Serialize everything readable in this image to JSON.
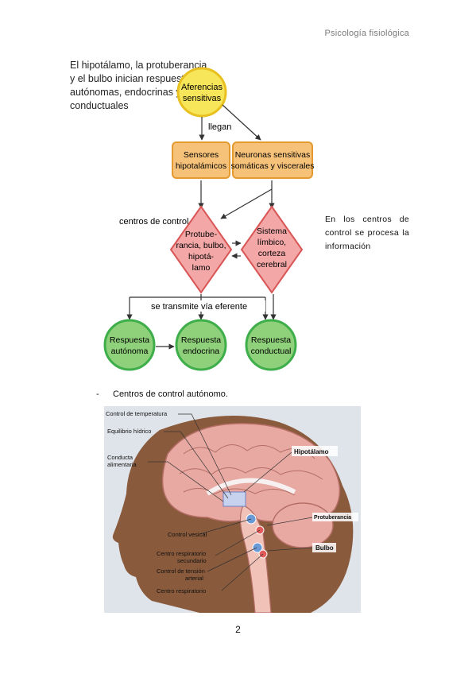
{
  "header": {
    "title": "Psicología fisiológica"
  },
  "diagram": {
    "heading": [
      "El hipotálamo, la protuberancia",
      "y el bulbo inician respuestas",
      "autónomas, endocrinas y",
      "conductuales"
    ],
    "afferent": [
      "Aferencias",
      "sensitivas"
    ],
    "arrives": "llegan",
    "sensor_hypo": [
      "Sensores",
      "hipotalámicos"
    ],
    "sensory_neurons": [
      "Neuronas sensitivas",
      "somáticas y viscerales"
    ],
    "control_centers": "centros de control",
    "center1": [
      "Protube-",
      "rancia, bulbo,",
      "hipotá-",
      "lamo"
    ],
    "center2": [
      "Sistema",
      "límbico,",
      "corteza",
      "cerebral"
    ],
    "efferent": "se transmite vía eferente",
    "resp1": [
      "Respuesta",
      "autónoma"
    ],
    "resp2": [
      "Respuesta",
      "endocrina"
    ],
    "resp3": [
      "Respuesta",
      "conductual"
    ],
    "colors": {
      "yellow": "#f7e55a",
      "orange": "#f6c27a",
      "pink": "#f3a7a7",
      "green": "#8fd07a"
    }
  },
  "side_note": "En los centros de control se procesa la información",
  "bullet": {
    "dash": "-",
    "text": "Centros de control autónomo."
  },
  "brain_labels": {
    "temp": "Control de temperatura",
    "water": "Equilibrio hídrico",
    "food": [
      "Conducta",
      "alimentaria"
    ],
    "hypothalamus": "Hipotálamo",
    "pons": "Protuberancia",
    "bladder": "Control vesical",
    "medulla": "Bulbo",
    "resp2": [
      "Centro respiratorio",
      "secundario"
    ],
    "bp": [
      "Control de tensión",
      "arterial"
    ],
    "resp": "Centro respiratorio"
  },
  "page_number": "2"
}
